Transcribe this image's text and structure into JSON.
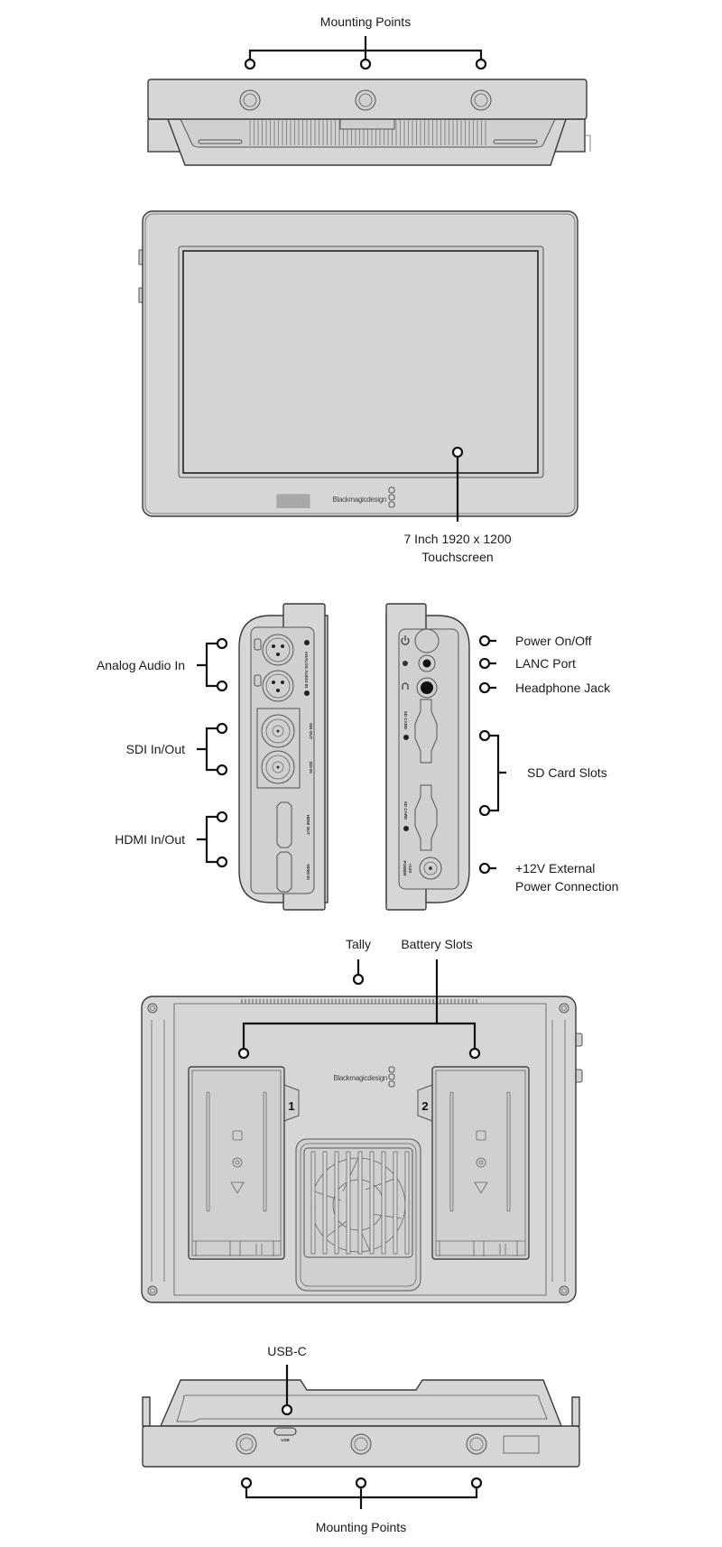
{
  "colors": {
    "body": "#d6d6d6",
    "outline": "#3a3a3a",
    "leader": "#111111",
    "background": "#ffffff"
  },
  "top_view": {
    "label": "Mounting Points"
  },
  "front_view": {
    "label_line1": "7 Inch 1920 x 1200",
    "label_line2": "Touchscreen",
    "logo": "Blackmagicdesign"
  },
  "left_side": {
    "labels": [
      "Analog Audio In",
      "SDI In/Out",
      "HDMI In/Out"
    ],
    "panel_text": {
      "analog_audio": "ANALOG AUDIO IN",
      "sdi_out": "SDI OUT",
      "sdi_in": "SDI IN",
      "hdmi_out": "HDMI OUT",
      "hdmi_in": "HDMI IN"
    }
  },
  "right_side": {
    "labels": {
      "power": "Power On/Off",
      "lanc": "LANC Port",
      "headphone": "Headphone Jack",
      "sd": "SD Card Slots",
      "ext_power_1": "+12V External",
      "ext_power_2": "Power Connection"
    },
    "panel_text": {
      "sd_card": "SD CARD",
      "power_12v": "+12V",
      "power": "POWER"
    }
  },
  "back_view": {
    "tally": "Tally",
    "battery_slots": "Battery Slots",
    "logo": "Blackmagicdesign",
    "slot1": "1",
    "slot2": "2"
  },
  "bottom_view": {
    "usb_label": "USB-C",
    "usb_port_text": "USB",
    "label": "Mounting Points"
  }
}
